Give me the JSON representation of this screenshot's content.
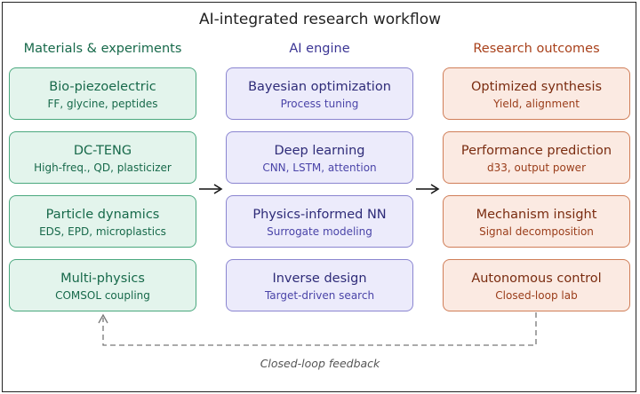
{
  "title": "AI-integrated research workflow",
  "columns": [
    {
      "header": "Materials & experiments",
      "items": [
        {
          "title": "Bio-piezoelectric",
          "subtitle": "FF, glycine, peptides"
        },
        {
          "title": "DC-TENG",
          "subtitle": "High-freq., QD, plasticizer"
        },
        {
          "title": "Particle dynamics",
          "subtitle": "EDS, EPD, microplastics"
        },
        {
          "title": "Multi-physics",
          "subtitle": "COMSOL coupling"
        }
      ]
    },
    {
      "header": "AI engine",
      "items": [
        {
          "title": "Bayesian optimization",
          "subtitle": "Process tuning"
        },
        {
          "title": "Deep learning",
          "subtitle": "CNN, LSTM, attention"
        },
        {
          "title": "Physics-informed NN",
          "subtitle": "Surrogate modeling"
        },
        {
          "title": "Inverse design",
          "subtitle": "Target-driven search"
        }
      ]
    },
    {
      "header": "Research outcomes",
      "items": [
        {
          "title": "Optimized synthesis",
          "subtitle": "Yield, alignment"
        },
        {
          "title": "Performance prediction",
          "subtitle": "d33, output power"
        },
        {
          "title": "Mechanism insight",
          "subtitle": "Signal decomposition"
        },
        {
          "title": "Autonomous control",
          "subtitle": "Closed-loop lab"
        }
      ]
    }
  ],
  "feedback_label": "Closed-loop feedback",
  "colors": {
    "materials": "#e3f4ec",
    "ai_engine": "#ecebfb",
    "outcomes": "#fbeae2"
  }
}
